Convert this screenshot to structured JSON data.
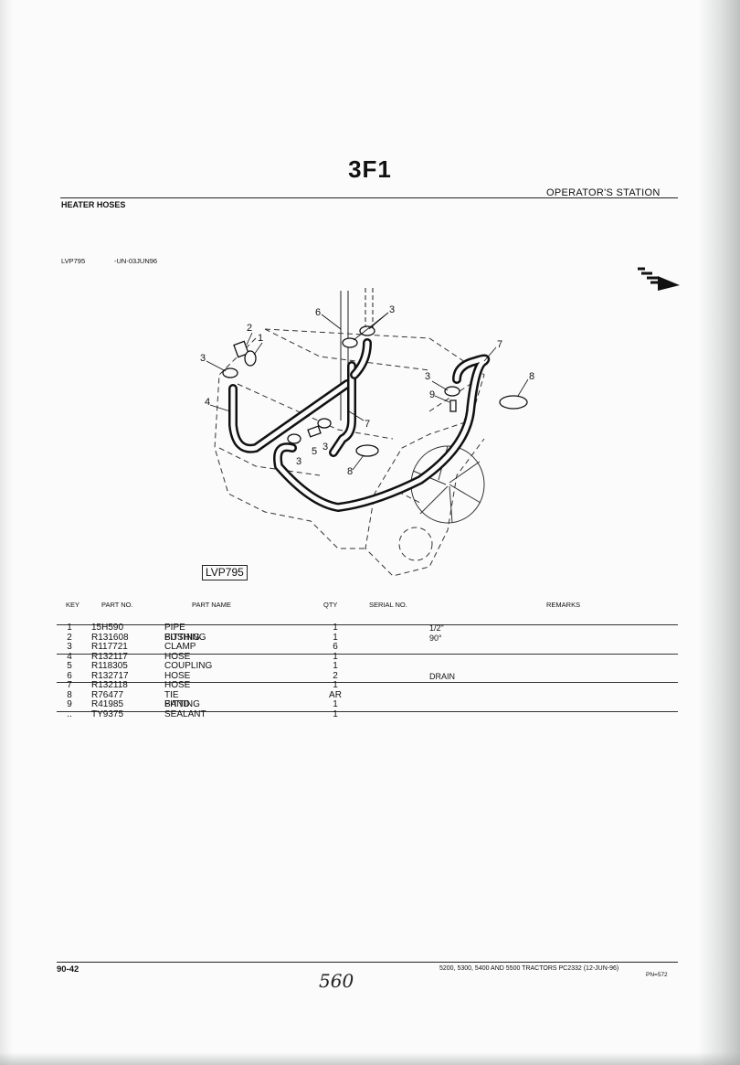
{
  "page_code": "3F1",
  "section": "OPERATOR'S STATION",
  "subtitle": "HEATER HOSES",
  "illustration": {
    "code": "LVP795",
    "serial_range": "-UN-03JUN96",
    "box_label": "LVP795",
    "callouts": [
      "1",
      "2",
      "3",
      "3",
      "3",
      "3",
      "3",
      "4",
      "5",
      "6",
      "7",
      "7",
      "8",
      "8",
      "9"
    ]
  },
  "table": {
    "headers": {
      "key": "KEY",
      "part_no": "PART NO.",
      "part_name": "PART NAME",
      "qty": "QTY",
      "serial_no": "SERIAL NO.",
      "remarks": "REMARKS"
    },
    "rows": [
      {
        "key": "1",
        "part_no": "15H590",
        "name": "PIPE BUSHING",
        "qty": "1",
        "remarks": "1/2\""
      },
      {
        "key": "2",
        "part_no": "R131608",
        "name": "FITTING",
        "qty": "1",
        "remarks": "90°"
      },
      {
        "key": "3",
        "part_no": "R117721",
        "name": "CLAMP",
        "qty": "6",
        "remarks": ""
      },
      {
        "key": "4",
        "part_no": "R132117",
        "name": "HOSE",
        "qty": "1",
        "remarks": ""
      },
      {
        "key": "5",
        "part_no": "R118305",
        "name": "COUPLING",
        "qty": "1",
        "remarks": ""
      },
      {
        "key": "6",
        "part_no": "R132717",
        "name": "HOSE",
        "qty": "2",
        "remarks": "DRAIN"
      },
      {
        "key": "7",
        "part_no": "R132118",
        "name": "HOSE",
        "qty": "1",
        "remarks": ""
      },
      {
        "key": "8",
        "part_no": "R76477",
        "name": "TIE BAND",
        "qty": "AR",
        "remarks": ""
      },
      {
        "key": "9",
        "part_no": "R41985",
        "name": "FITTING",
        "qty": "1",
        "remarks": ""
      },
      {
        "key": "..",
        "part_no": "TY9375",
        "name": "SEALANT",
        "qty": "1",
        "remarks": ""
      }
    ]
  },
  "footer": {
    "page_number": "90-42",
    "handwritten": "560",
    "publication": "5200, 5300, 5400 AND 5500 TRACTORS   PC2332   (12-JUN-96)",
    "pn": "PN=572"
  }
}
